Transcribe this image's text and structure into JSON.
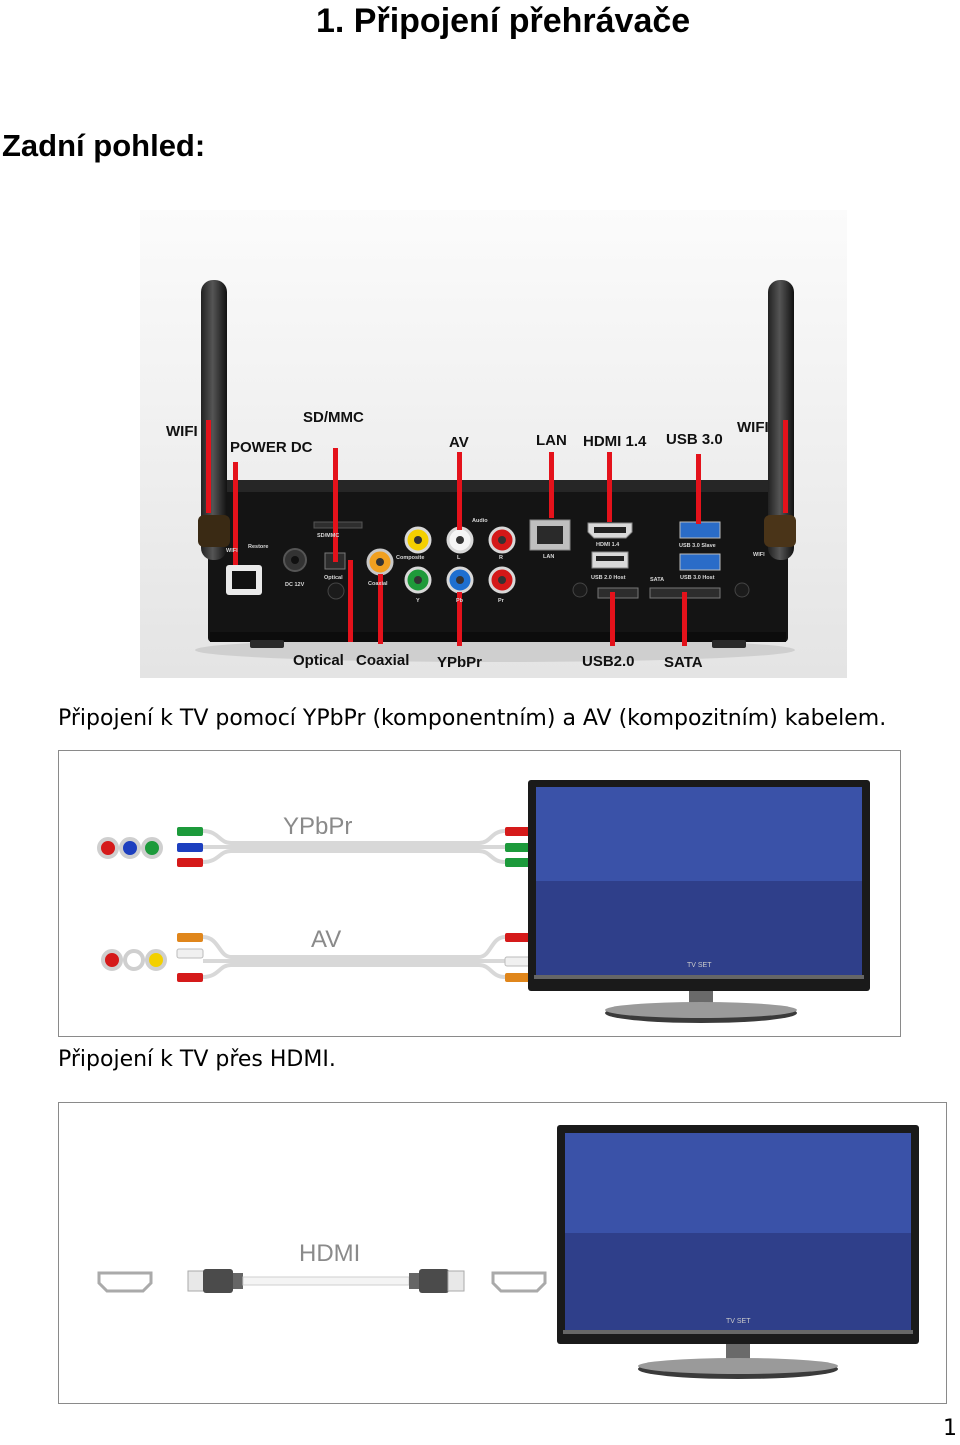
{
  "header": {
    "title": "1. Připojení přehrávače",
    "subtitle": "Zadní pohled:"
  },
  "rear_panel": {
    "top_labels": {
      "wifi_left": "WIFI",
      "power_dc": "POWER DC",
      "sd_mmc": "SD/MMC",
      "av": "AV",
      "lan": "LAN",
      "hdmi": "HDMI 1.4",
      "usb3": "USB 3.0",
      "wifi_right": "WIFI"
    },
    "bottom_labels": {
      "optical": "Optical",
      "coaxial": "Coaxial",
      "ypbpr": "YPbPr",
      "usb2": "USB2.0",
      "sata": "SATA"
    },
    "device_print": {
      "wifi_small_left": "WIFI",
      "restore": "Restore",
      "sd_mmc": "SD/MMC",
      "audio": "Audio",
      "composite": "Composite",
      "l": "L",
      "r": "R",
      "dc": "DC 12V",
      "optical": "Optical",
      "coaxial": "Coaxial",
      "y": "Y",
      "pb": "Pb",
      "pr": "Pr",
      "lan": "LAN",
      "hdmi": "HDMI 1.4",
      "usb3_slave": "USB 3.0 Slave",
      "usb3_host": "USB 3.0 Host",
      "usb2_host": "USB 2.0 Host",
      "sata": "SATA",
      "wifi_small_right": "WIFI"
    },
    "colors": {
      "marker": "#e4121b",
      "chassis": "#141414"
    }
  },
  "section_component": {
    "caption": "Připojení k TV pomocí YPbPr (komponentním) a AV (kompozitním) kabelem.",
    "cable_ypbpr_label": "YPbPr",
    "cable_av_label": "AV",
    "tv_brand": "TV SET"
  },
  "section_hdmi": {
    "caption": "Připojení k TV přes HDMI.",
    "cable_label": "HDMI",
    "tv_brand": "TV SET"
  },
  "footer": {
    "page_number": "1"
  }
}
